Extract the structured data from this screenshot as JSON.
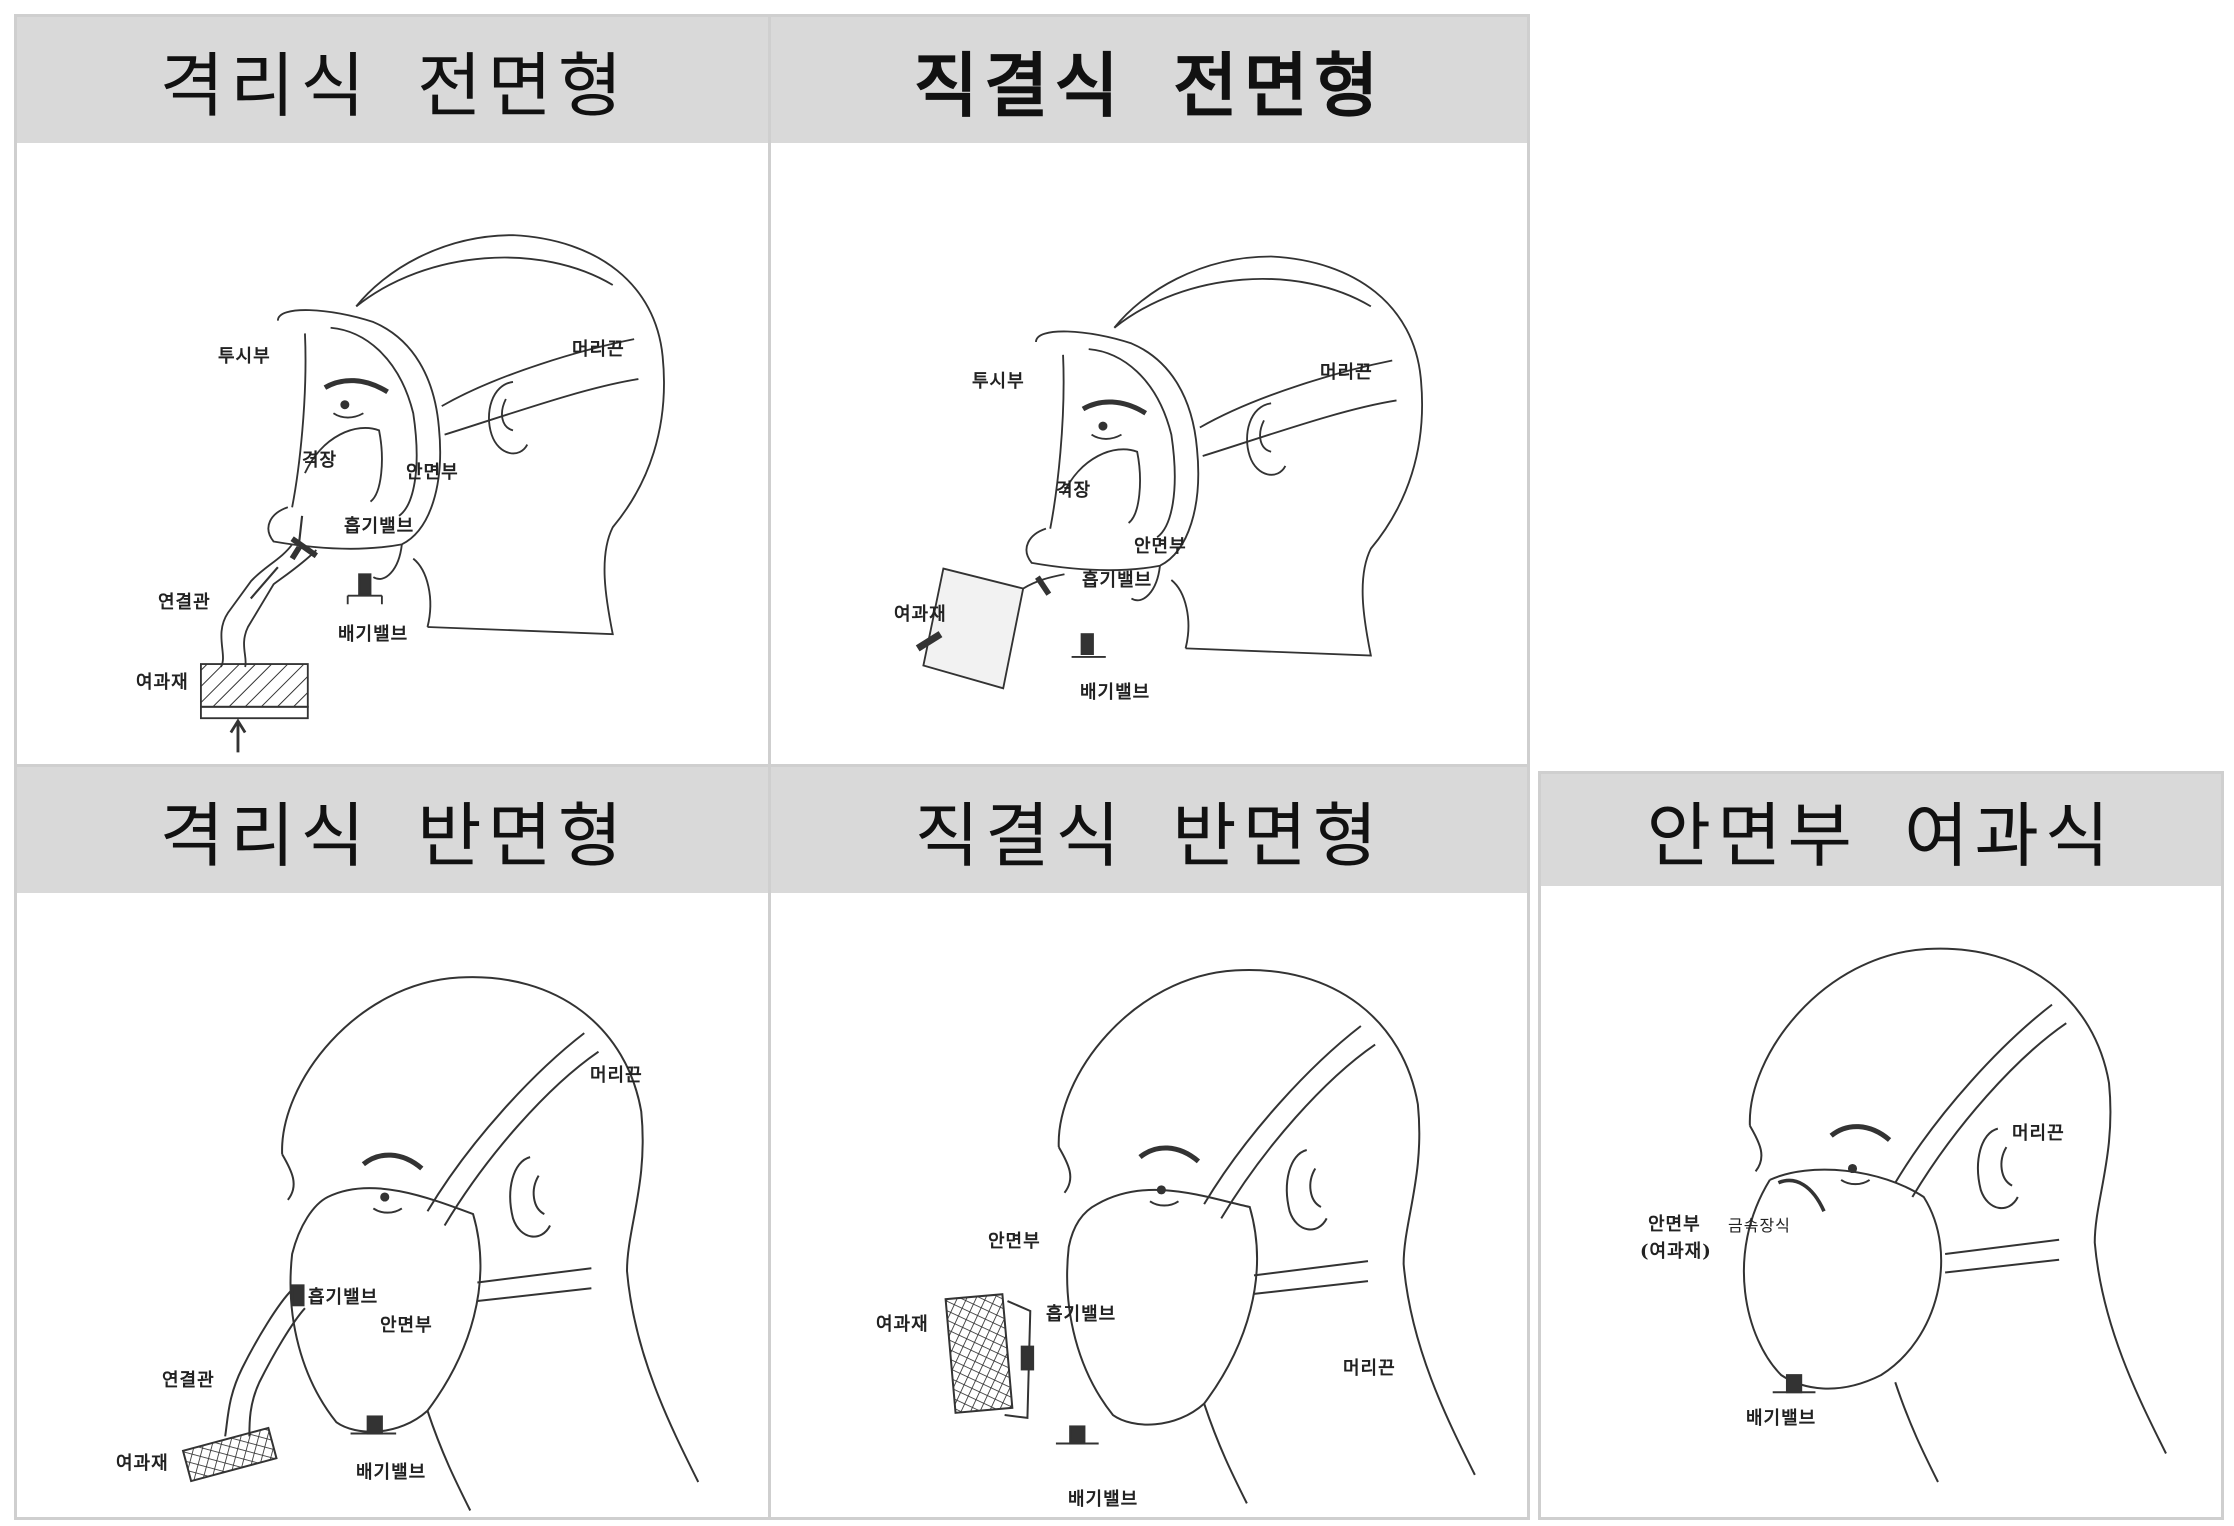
{
  "panels": [
    {
      "title": "격리식 전면형",
      "labels": {
        "visor": "투시부",
        "strap": "머리끈",
        "partition": "격장",
        "facepiece": "안면부",
        "inhale_valve": "흡기밸브",
        "hose": "연결관",
        "exhale_valve": "배기밸브",
        "filter": "여과재"
      }
    },
    {
      "title": "직결식 전면형",
      "labels": {
        "visor": "투시부",
        "strap": "머리끈",
        "partition": "격장",
        "facepiece": "안면부",
        "inhale_valve": "흡기밸브",
        "filter": "여과재",
        "exhale_valve": "배기밸브"
      }
    },
    {
      "title": "격리식 반면형",
      "labels": {
        "strap": "머리끈",
        "inhale_valve": "흡기밸브",
        "facepiece": "안면부",
        "hose": "연결관",
        "filter": "여과재",
        "exhale_valve": "배기밸브"
      }
    },
    {
      "title": "직결식 반면형",
      "labels": {
        "facepiece": "안면부",
        "filter": "여과재",
        "inhale_valve": "흡기밸브",
        "strap": "머리끈",
        "exhale_valve": "배기밸브"
      }
    },
    {
      "title": "안면부 여과식",
      "labels": {
        "strap": "머리끈",
        "facepiece": "안면부",
        "metal_clip": "금속장식",
        "filter": "(여과재)",
        "exhale_valve": "배기밸브"
      }
    }
  ]
}
